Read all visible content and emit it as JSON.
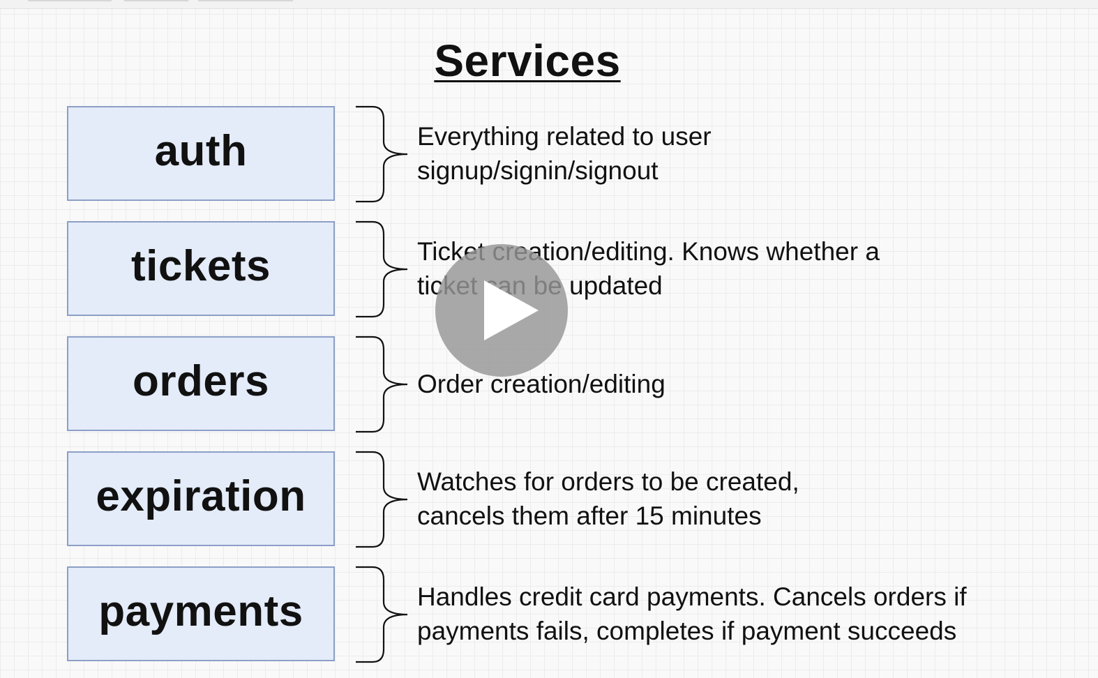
{
  "title": "Services",
  "services": [
    {
      "name": "auth",
      "description": "Everything related to user\nsignup/signin/signout"
    },
    {
      "name": "tickets",
      "description": "Ticket creation/editing.  Knows whether a\nticket can be updated"
    },
    {
      "name": "orders",
      "description": "Order creation/editing"
    },
    {
      "name": "expiration",
      "description": "Watches for orders to be created,\ncancels them after 15 minutes"
    },
    {
      "name": "payments",
      "description": "Handles credit card payments.  Cancels orders if\npayments fails, completes if payment succeeds"
    }
  ],
  "overlay": {
    "icon": "play-icon"
  },
  "colors": {
    "box_fill": "#e4ebf9",
    "box_border": "#8c9fc6",
    "overlay": "#969696"
  }
}
